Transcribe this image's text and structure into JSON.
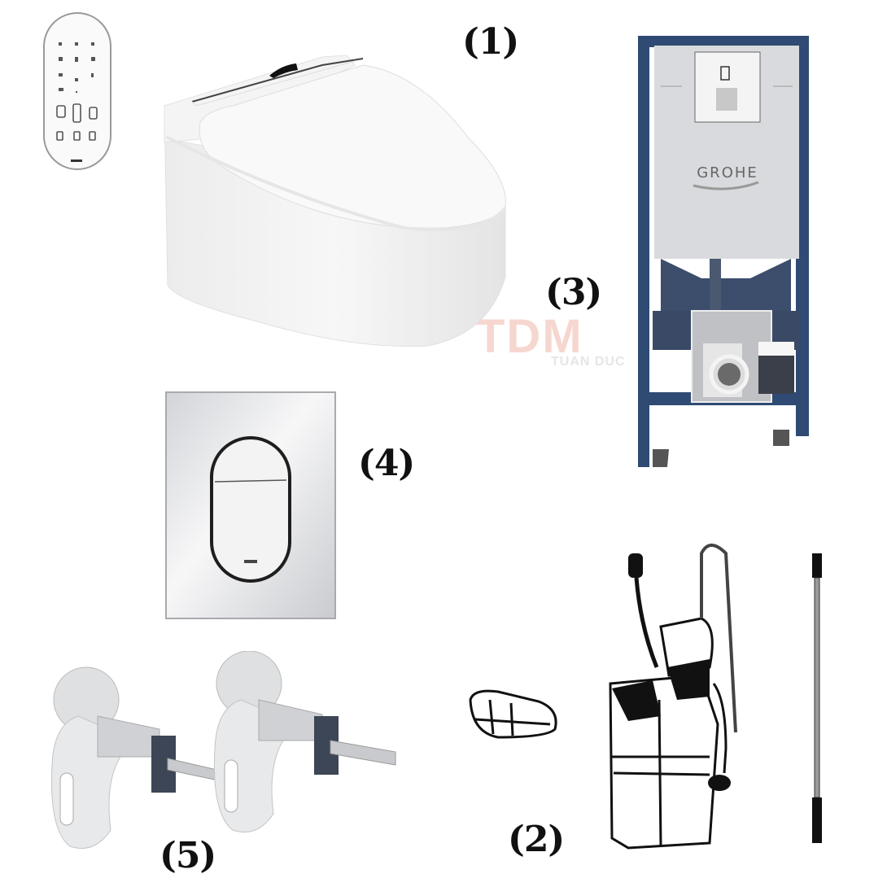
{
  "figure": {
    "description": "Product component sheet for wall-hung smart toilet set",
    "background": "#ffffff"
  },
  "labels": {
    "item1": "(1)",
    "item2": "(2)",
    "item3": "(3)",
    "item4": "(4)",
    "item5": "(5)"
  },
  "components": [
    {
      "id": 1,
      "name": "Smart wall-hung toilet with remote control"
    },
    {
      "id": 2,
      "name": "Flush valve / cistern mechanism with connecting rod and hose"
    },
    {
      "id": 3,
      "name": "Concealed installation frame (cistern frame)"
    },
    {
      "id": 4,
      "name": "Dual flush plate (chrome)"
    },
    {
      "id": 5,
      "name": "Toilet mounting brackets (pair)"
    }
  ],
  "frame": {
    "brand_text": "GROHE"
  },
  "watermark": {
    "main": "TDM",
    "sub": "TUAN DUC"
  },
  "colors": {
    "frame_blue": "#2f4a73",
    "chrome": "#dcdde0",
    "ceramic": "#f3f3f3",
    "bracket_dark": "#3d4656",
    "label_text": "#111111",
    "watermark_red": "#f6d7cf"
  }
}
